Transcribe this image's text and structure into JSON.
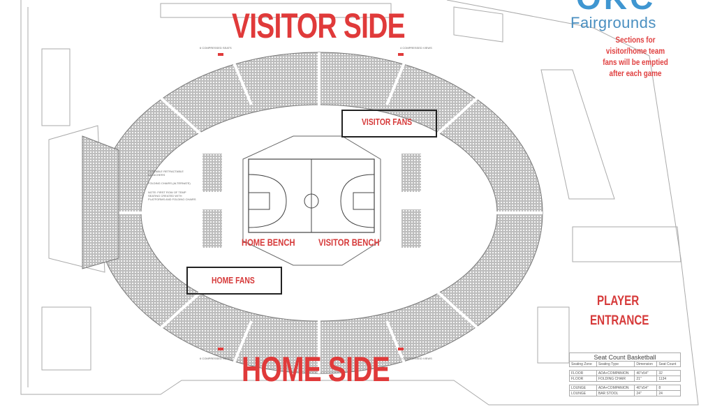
{
  "logo": {
    "line1": "OKC",
    "line2": "Fairgrounds",
    "brand_color": "#3f96d1"
  },
  "note": "Sections for visitor/home team fans will be emptied after each game",
  "labels": {
    "visitor_side": "VISITOR SIDE",
    "home_side": "HOME SIDE",
    "visitor_fans": "VISITOR FANS",
    "home_fans": "HOME FANS",
    "home_bench": "HOME BENCH",
    "visitor_bench": "VISITOR BENCH",
    "player_entrance_1": "PLAYER",
    "player_entrance_2": "ENTRANCE",
    "accent_color": "#e03a3a"
  },
  "annotations": {
    "compressed_seats_top": "6 COMPRESSED SEATS",
    "compressed_views_top": "4 COMPRESSED VIEWS",
    "compressed_seats_bottom": "6 COMPRESSED SEATS",
    "compressed_views_bottom": "4 COMPRESSED VIEWS",
    "bleachers": "PORTABLE RETRACTABLE BLEACHERS",
    "folding_chairs": "FOLDING CHAIRS (ALTERNATE)",
    "first_row_note": "NOTE: FIRST ROW OF TEMP SEATING CREATED WITH PLATFORMS AND FOLDING CHAIRS"
  },
  "seat_table": {
    "title": "Seat Count Basketball",
    "headers": [
      "Seating Zone",
      "Seating Type",
      "Dimension",
      "Seat Count"
    ],
    "groups": [
      [
        [
          "FLOOR",
          "ADA+COMPANION",
          "40\"x54\"",
          "32"
        ],
        [
          "FLOOR",
          "FOLDING CHAIR",
          "21\"",
          "1134"
        ]
      ],
      [
        [
          "LOUNGE",
          "ADA+COMPANION",
          "40\"x54\"",
          "8"
        ],
        [
          "LOUNGE",
          "BAR STOOL",
          "24\"",
          "24"
        ]
      ]
    ]
  }
}
